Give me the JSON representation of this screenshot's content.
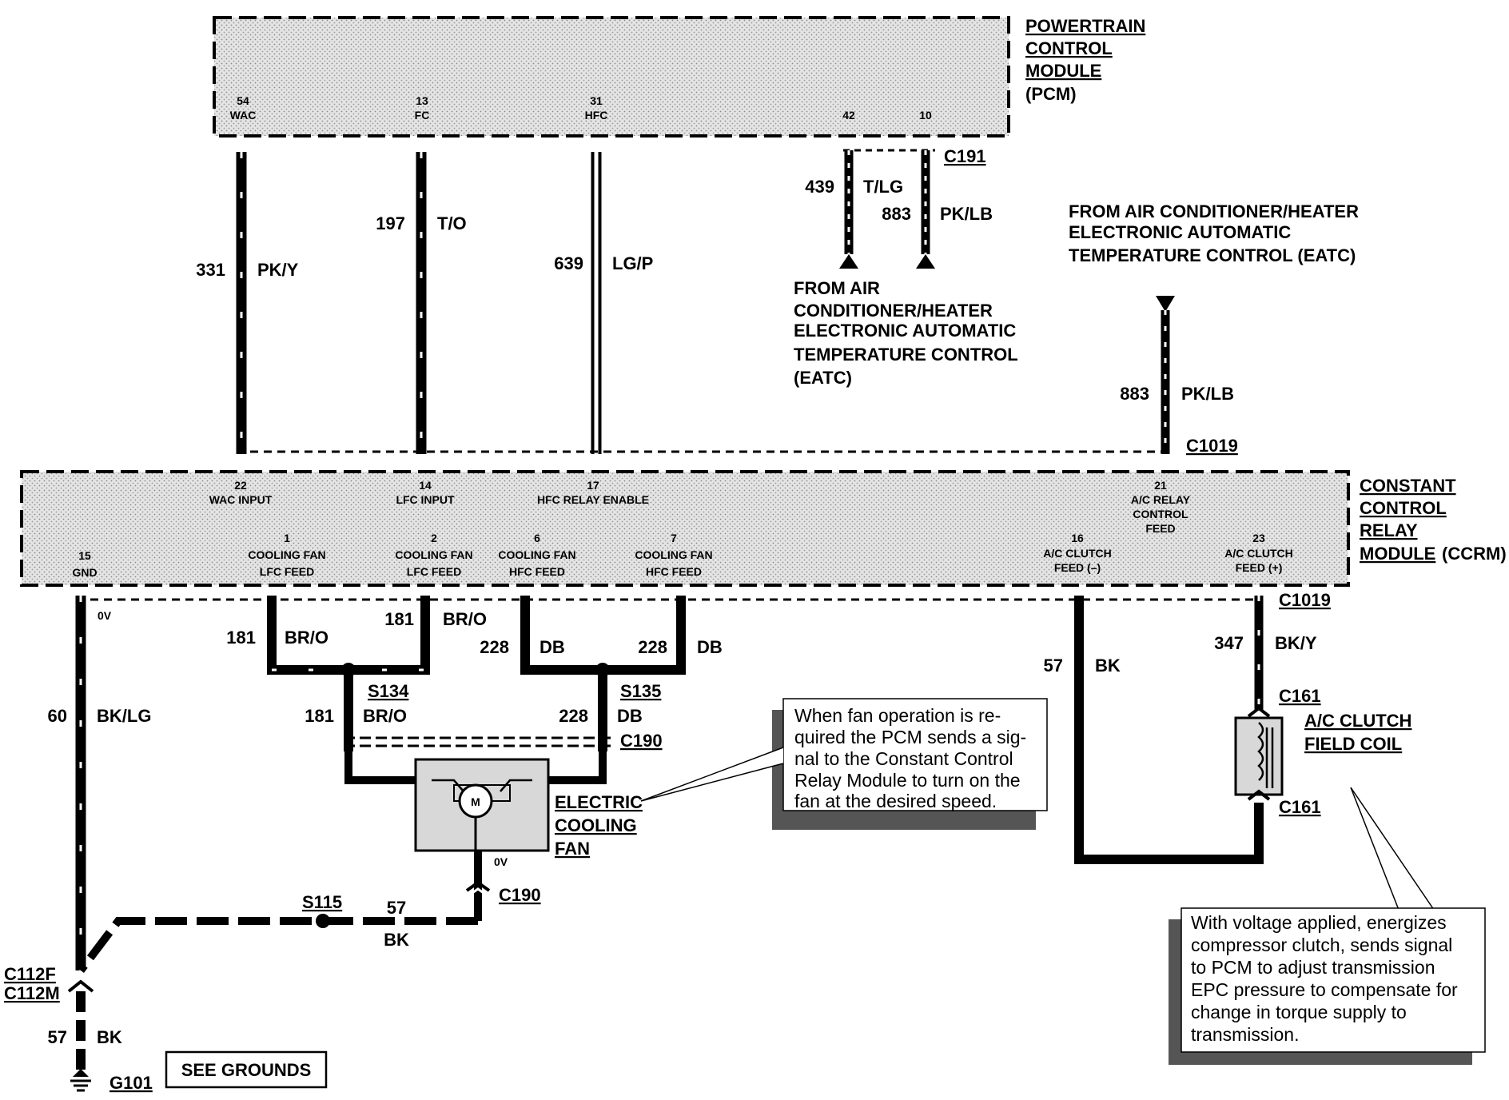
{
  "pcm": {
    "title": [
      "POWERTRAIN",
      "CONTROL",
      "MODULE"
    ],
    "abbr": "(PCM)",
    "pins": [
      {
        "num": "54",
        "name": "WAC"
      },
      {
        "num": "13",
        "name": "FC"
      },
      {
        "num": "31",
        "name": "HFC"
      },
      {
        "num": "42",
        "name": ""
      },
      {
        "num": "10",
        "name": ""
      }
    ]
  },
  "ccrm": {
    "title": [
      "CONSTANT",
      "CONTROL",
      "RELAY",
      "MODULE"
    ],
    "abbr": "(CCRM)",
    "top_pins": [
      {
        "num": "22",
        "name": "WAC INPUT"
      },
      {
        "num": "14",
        "name": "LFC  INPUT"
      },
      {
        "num": "17",
        "name": "HFC  RELAY ENABLE"
      },
      {
        "num": "21",
        "name": [
          "A/C RELAY",
          "CONTROL",
          "FEED"
        ]
      }
    ],
    "bottom_pins": [
      {
        "num": "15",
        "name": [
          "GND"
        ]
      },
      {
        "num": "1",
        "name": [
          "COOLING  FAN",
          "LFC  FEED"
        ]
      },
      {
        "num": "2",
        "name": [
          "COOLING FAN",
          "LFC  FEED"
        ]
      },
      {
        "num": "6",
        "name": [
          "COOLING FAN",
          "HFC  FEED"
        ]
      },
      {
        "num": "7",
        "name": [
          "COOLING FAN",
          "HFC  FEED"
        ]
      },
      {
        "num": "16",
        "name": [
          "A/C CLUTCH",
          "FEED (–)"
        ]
      },
      {
        "num": "23",
        "name": [
          "A/C CLUTCH",
          "FEED (+)"
        ]
      }
    ]
  },
  "wires": [
    {
      "circuit": "331",
      "color": "PK/Y"
    },
    {
      "circuit": "197",
      "color": "T/O"
    },
    {
      "circuit": "639",
      "color": "LG/P"
    },
    {
      "circuit": "439",
      "color": "T/LG"
    },
    {
      "circuit": "883",
      "color": "PK/LB"
    },
    {
      "circuit": "883",
      "color": "PK/LB"
    },
    {
      "circuit": "181",
      "color": "BR/O"
    },
    {
      "circuit": "181",
      "color": "BR/O"
    },
    {
      "circuit": "228",
      "color": "DB"
    },
    {
      "circuit": "228",
      "color": "DB"
    },
    {
      "circuit": "181",
      "color": "BR/O"
    },
    {
      "circuit": "228",
      "color": "DB"
    },
    {
      "circuit": "57",
      "color": "BK"
    },
    {
      "circuit": "347",
      "color": "BK/Y"
    },
    {
      "circuit": "60",
      "color": "BK/LG"
    },
    {
      "circuit": "57",
      "color": "BK"
    },
    {
      "circuit": "57",
      "color": "BK"
    }
  ],
  "connectors": {
    "c191": "C191",
    "c1019_top": "C1019",
    "c1019_bottom": "C1019",
    "c190_upper": "C190",
    "c190_lower": "C190",
    "c161_upper": "C161",
    "c161_lower": "C161",
    "c112f": "C112F",
    "c112m": "C112M"
  },
  "splices": {
    "s134": "S134",
    "s135": "S135",
    "s115": "S115"
  },
  "ground": {
    "id": "G101",
    "button": "SEE GROUNDS"
  },
  "voltages": {
    "gnd": "0V",
    "fan": "0V"
  },
  "eatc_left": [
    "FROM AIR",
    "CONDITIONER/HEATER",
    "ELECTRONIC AUTOMATIC",
    "TEMPERATURE CONTROL",
    "(EATC)"
  ],
  "eatc_right": [
    "FROM AIR CONDITIONER/HEATER",
    "ELECTRONIC AUTOMATIC",
    "TEMPERATURE CONTROL (EATC)"
  ],
  "motor": {
    "symbol": "M",
    "label": [
      "ELECTRIC",
      "COOLING",
      "FAN"
    ]
  },
  "clutch": {
    "label": [
      "A/C CLUTCH",
      "FIELD COIL"
    ]
  },
  "note_fan": [
    "When  fan operation is re-",
    "quired the PCM sends a sig-",
    "nal to the Constant Control",
    "Relay Module to turn on the",
    "fan at the desired speed."
  ],
  "note_clutch": [
    "With voltage applied, energizes",
    "compressor clutch, sends signal",
    "to PCM to adjust transmission",
    "EPC pressure to compensate for",
    "change  in  torque  supply  to",
    "transmission."
  ]
}
